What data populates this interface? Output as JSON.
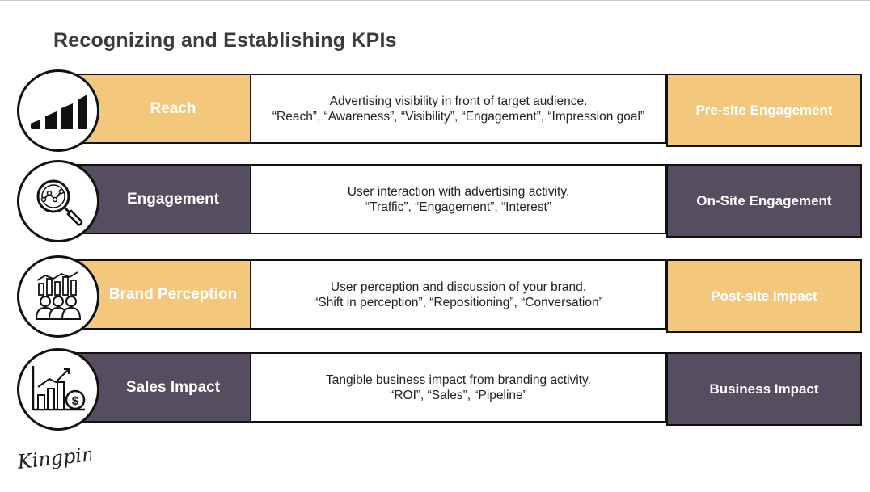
{
  "title": "Recognizing and Establishing KPIs",
  "colors": {
    "gold": "#f3c87d",
    "purple": "#574d61",
    "border": "#111111"
  },
  "rows": [
    {
      "label": "Reach",
      "icon": "signal-bars-icon",
      "desc_line1": "Advertising visibility in front of target audience.",
      "desc_line2": "“Reach”, “Awareness”, “Visibility”, “Engagement”, “Impression goal”",
      "category": "Pre-site Engagement"
    },
    {
      "label": "Engagement",
      "icon": "magnifier-chart-icon",
      "desc_line1": "User interaction with advertising activity.",
      "desc_line2": "“Traffic”, “Engagement”, “Interest”",
      "category": "On-Site Engagement"
    },
    {
      "label": "Brand Perception",
      "icon": "audience-chart-icon",
      "desc_line1": "User perception and discussion of your brand.",
      "desc_line2": "“Shift in perception”, “Repositioning”, “Conversation”",
      "category": "Post-site Impact"
    },
    {
      "label": "Sales Impact",
      "icon": "growth-chart-money-icon",
      "desc_line1": "Tangible business impact from branding activity.",
      "desc_line2": "“ROI”, “Sales”, “Pipeline”",
      "category": "Business Impact"
    }
  ],
  "logo": "Kingpin"
}
